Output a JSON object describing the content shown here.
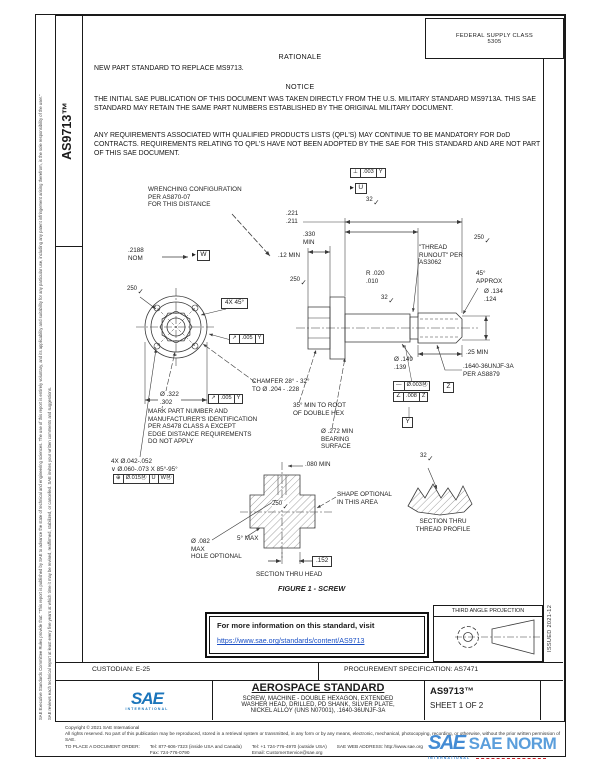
{
  "colors": {
    "ink": "#1c1c1c",
    "link_blue": "#1a4fc4",
    "sae_blue": "#1b75bb",
    "watermark_blue": "#4a94d8",
    "accent_red": "#cc2229"
  },
  "icons": {
    "check": "✓",
    "tri_right": "▶"
  },
  "fsc_box": {
    "line1": "FEDERAL SUPPLY CLASS",
    "line2": "5305"
  },
  "margins": {
    "doc_number_vertical": "AS9713™",
    "issued_vertical": "ISSUED 2021-12",
    "boilerplate_1": "SAE Executive Standards Committee Rules provide that: \"This report is published by SAE to advance the state of technical and engineering sciences. The use of this report is entirely voluntary, and its applicability and suitability for any particular use, including any patent infringement arising therefrom, is the sole responsibility of the user.\"",
    "boilerplate_2": "SAE reviews each technical report at least every five years at which time it may be revised, reaffirmed, stabilized, or cancelled. SAE invites your written comments and suggestions."
  },
  "header": {
    "rationale_title": "RATIONALE",
    "rationale_body": "NEW PART STANDARD TO REPLACE MS9713.",
    "notice_title": "NOTICE",
    "notice_p1": "THE INITIAL SAE PUBLICATION OF THIS DOCUMENT WAS TAKEN DIRECTLY FROM THE U.S. MILITARY STANDARD MS9713A. THIS SAE STANDARD MAY RETAIN THE SAME PART NUMBERS ESTABLISHED BY THE ORIGINAL MILITARY DOCUMENT.",
    "notice_p2": "ANY REQUIREMENTS ASSOCIATED WITH QUALIFIED PRODUCTS LISTS (QPL'S) MAY CONTINUE TO BE MANDATORY FOR DoD CONTRACTS. REQUIREMENTS RELATING TO QPL'S HAVE NOT BEEN ADOPTED BY THE SAE FOR THIS STANDARD AND ARE NOT PART OF THIS SAE DOCUMENT."
  },
  "drawing": {
    "caption": "FIGURE 1 - SCREW",
    "fcf_top": [
      "⊥",
      ".003",
      "Y"
    ],
    "datum_u": "U",
    "datum_w": "W",
    "datum_y": "Y",
    "datum_z": "Z",
    "finish_32": "32",
    "finish_250": "250",
    "wrenching_note": "WRENCHING CONFIGURATION\nPER AS870-07\nFOR THIS DISTANCE",
    "dim_2188": ".2188\nNOM",
    "dim_221_211": ".221\n.211",
    "dim_330": ".330\nMIN",
    "dim_12": ".12 MIN",
    "radius_note": "R .020\n.010",
    "thread_runout_note": "\"THREAD\nRUNOUT\" PER\nAS3062",
    "deg45": "45°\nAPPROX",
    "dia_point": "Ø .134\n.124",
    "dim_25": ".25 MIN",
    "dia_shank": "Ø .149\n.139",
    "thread_callout": ".1640-36UNJF-3A\nPER AS8879",
    "fcf_mid1": [
      "—",
      "Ø.003Ⓜ"
    ],
    "fcf_mid2": [
      "∠",
      ".008",
      "Z"
    ],
    "fourx45": "4X 45°",
    "fcf_head1": [
      "↗",
      ".005",
      "Y"
    ],
    "fcf_head2": [
      "↗",
      ".005",
      "Y"
    ],
    "dia_head": "Ø .322\n.302",
    "chamfer_note": "CHAMFER 28° - 32°\nTO Ø .204 - .228",
    "hex_note": "35° MIN TO ROOT\nOF DOUBLE HEX",
    "mark_note": "MARK PART NUMBER AND\nMANUFACTURER'S IDENTIFICATION\nPER AS478 CLASS A EXCEPT\nEDGE DISTANCE REQUIREMENTS\nDO NOT APPLY",
    "holes_note": "4X Ø.042-.052\n∨ Ø.060-.073 X 85°-95°",
    "fcf_holes": [
      "⊕",
      "Ø.015Ⓜ",
      "U",
      "WⓂ"
    ],
    "bearing_note": "Ø .272 MIN\nBEARING\nSURFACE",
    "dim_080": ".080 MIN",
    "shape_note": "SHAPE OPTIONAL\nIN THIS AREA",
    "deg5": "5° MAX",
    "hole_opt_note": "Ø .082\nMAX\nHOLE OPTIONAL",
    "dim_152": ".152",
    "section_head": "SECTION THRU HEAD",
    "section_thread": "SECTION THRU\nTHREAD PROFILE"
  },
  "info_box": {
    "line1": "For more information on this standard, visit",
    "link": "https://www.sae.org/standards/content/AS9713"
  },
  "projection": {
    "label": "THIRD ANGLE PROJECTION"
  },
  "title_block": {
    "custodian": "CUSTODIAN: E-25",
    "procurement": "PROCUREMENT SPECIFICATION: AS7471",
    "org": "AEROSPACE STANDARD",
    "title_l1": "SCREW, MACHINE - DOUBLE HEXAGON, EXTENDED",
    "title_l2": "WASHER HEAD, DRILLED, PD SHANK, SILVER PLATE,",
    "title_l3": "NICKEL ALLOY (UNS N07001), .1640-36UNJF-3A",
    "doc_number": "AS9713™",
    "sheet": "SHEET 1 OF 2",
    "logo_text": "SAE",
    "logo_sub": "INTERNATIONAL"
  },
  "footer": {
    "copyright1": "Copyright © 2021 SAE International",
    "copyright2": "All rights reserved. No part of this publication may be reproduced, stored in a retrieval system or transmitted, in any form or by any means, electronic, mechanical, photocopying, recording, or otherwise, without the prior written permission of SAE.",
    "order_label": "TO PLACE A DOCUMENT ORDER:",
    "tel1": "Tel: 877-606-7323 (inside USA and Canada)",
    "fax": "Fax: 724-776-0790",
    "tel2": "Tel: +1 724-776-4970 (outside USA)",
    "email": "Email: CustomerService@sae.org",
    "web": "SAE WEB ADDRESS: http://www.sae.org"
  },
  "watermark": {
    "logo": "SAE",
    "text": "SAE NORM",
    "sub": "INTERNATIONAL"
  }
}
